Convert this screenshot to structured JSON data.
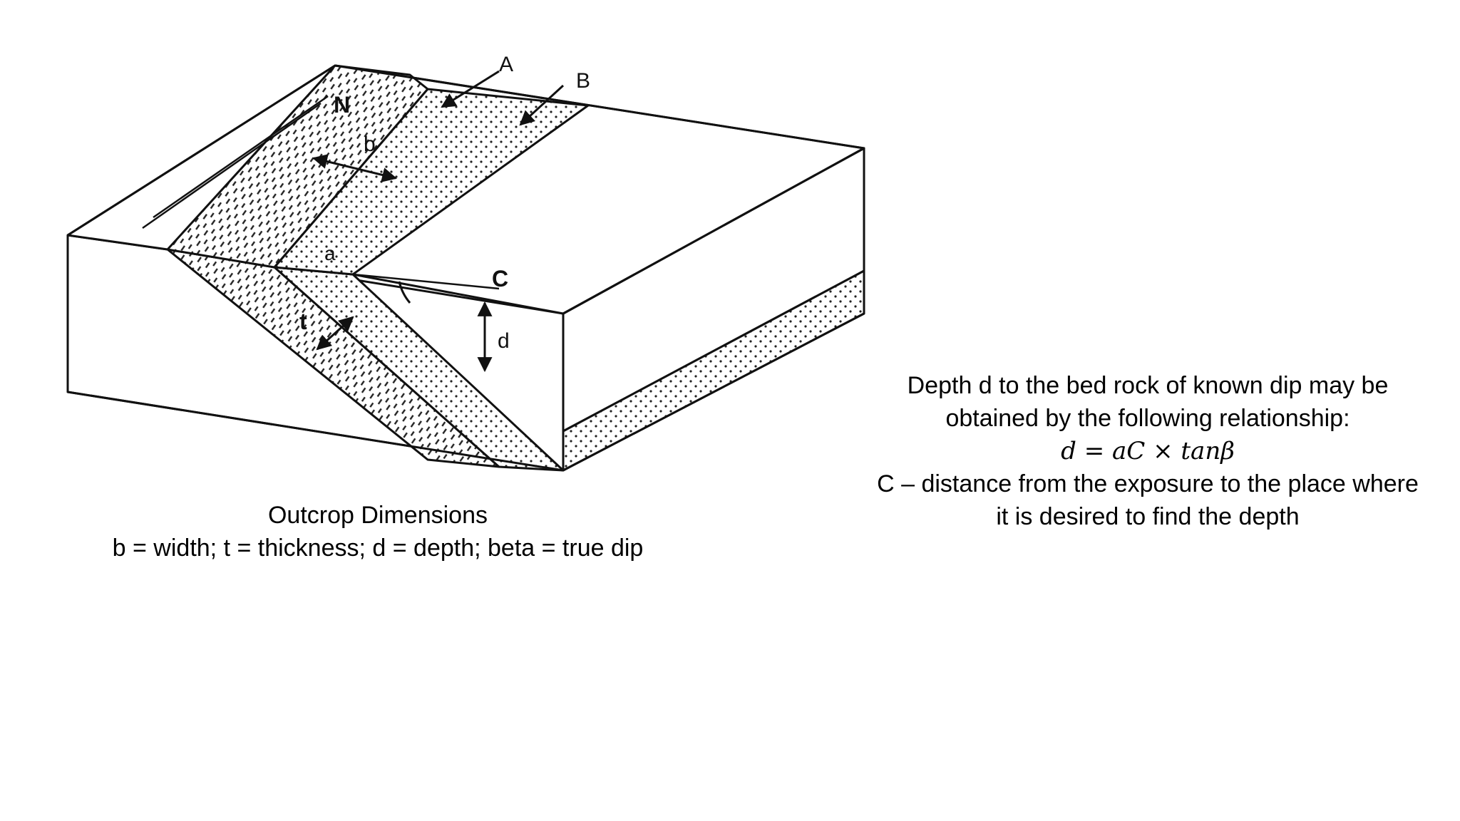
{
  "diagram": {
    "labels": {
      "a_upper": "A",
      "b_upper": "B",
      "c_upper": "C",
      "n": "N",
      "b_lower": "b",
      "a_lower": "a",
      "t": "t",
      "d": "d"
    }
  },
  "caption": {
    "title": "Outcrop Dimensions",
    "legend": "b = width; t = thickness; d = depth; beta = true dip"
  },
  "note": {
    "line1": "Depth d to the bed rock of known dip may be",
    "line2": "obtained by the following relationship:",
    "formula": "d = aC × tanβ",
    "line3": "C – distance from the exposure to the place where",
    "line4": "it is desired to find the depth"
  }
}
